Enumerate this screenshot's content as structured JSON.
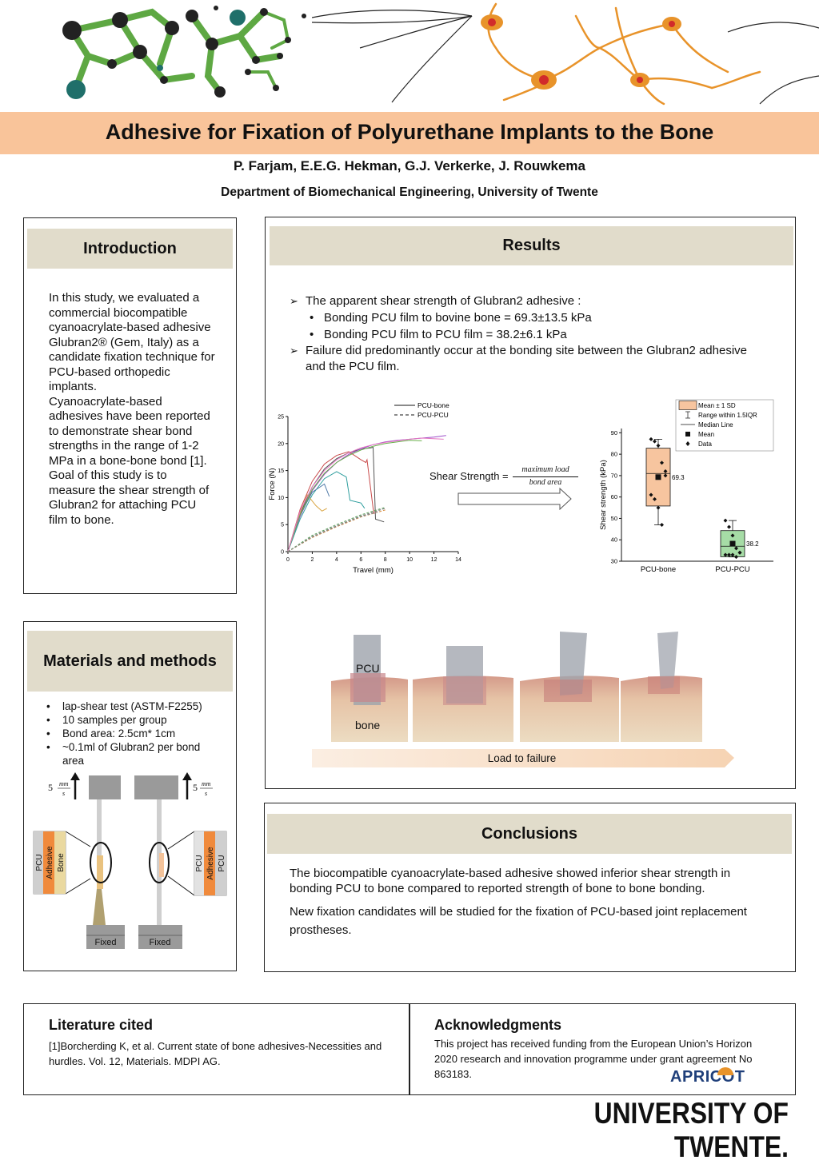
{
  "header": {
    "title": "Adhesive for Fixation of Polyurethane Implants to the Bone",
    "authors": "P. Farjam, E.E.G. Hekman, G.J. Verkerke, J. Rouwkema",
    "department": "Department of Biomechanical Engineering, University of Twente"
  },
  "introduction": {
    "heading": "Introduction",
    "p1": "In this study, we evaluated a commercial biocompatible cyanoacrylate-based adhesive Glubran2® (Gem, Italy) as a candidate fixation technique for PCU-based orthopedic implants.",
    "p2": "Cyanoacrylate-based adhesives have been reported to demonstrate shear bond strengths in the range of 1-2 MPa in a bone-bone bond [1].",
    "p3": "Goal of this study is to measure the shear strength of Glubran2 for attaching PCU film to bone."
  },
  "methods": {
    "heading": "Materials and methods",
    "items": [
      "lap-shear test (ASTM-F2255)",
      "10 samples per group",
      "Bond area: 2.5cm* 1cm",
      "~0.1ml of Glubran2 per bond area"
    ],
    "speed_value": "5",
    "speed_num": "mm",
    "speed_den": "s",
    "left_layers": [
      "PCU",
      "Adhesive",
      "Bone"
    ],
    "right_layers": [
      "PCU",
      "Adhesive",
      "PCU"
    ],
    "fixed_label": "Fixed"
  },
  "results": {
    "heading": "Results",
    "bullet1": "The apparent shear strength of Glubran2 adhesive :",
    "sub1": "Bonding PCU film to bovine bone = 69.3±13.5 kPa",
    "sub2": "Bonding PCU film to PCU film = 38.2±6.1 kPa",
    "bullet2": "Failure did predominantly occur at the bonding site between the Glubran2 adhesive and the PCU film.",
    "formula_label": "Shear Strength =",
    "formula_num": "maximum load",
    "formula_den": "bond area",
    "photo_pcu": "PCU",
    "photo_bone": "bone",
    "load_label": "Load to failure"
  },
  "chart_data": [
    {
      "type": "line",
      "xlabel": "Travel (mm)",
      "ylabel": "Force (N)",
      "xlim": [
        0,
        14
      ],
      "ylim": [
        0,
        25
      ],
      "xticks": [
        "0",
        "2",
        "4",
        "6",
        "8",
        "10",
        "12",
        "14"
      ],
      "yticks": [
        "0",
        "5",
        "10",
        "15",
        "20",
        "25"
      ],
      "legend": [
        "PCU-bone",
        "PCU-PCU"
      ],
      "legend_position": "top-right",
      "series": [
        {
          "name": "PCU-bone",
          "color": "#555555",
          "x": [
            0,
            1,
            2,
            3,
            4,
            5,
            6,
            6.8,
            7,
            7.2,
            7.9
          ],
          "y": [
            0,
            7,
            12,
            15.3,
            17.2,
            18.3,
            19,
            19.2,
            19.3,
            6,
            5.5
          ]
        },
        {
          "name": "PCU-bone",
          "color": "#9c4dc8",
          "x": [
            0,
            1,
            2,
            3,
            4,
            5,
            6,
            7,
            8,
            9,
            10,
            11,
            12,
            13
          ],
          "y": [
            0,
            6.5,
            11.3,
            14.3,
            16.5,
            18,
            19,
            19.8,
            20.3,
            20.6,
            20.8,
            21,
            21.2,
            21.5
          ]
        },
        {
          "name": "PCU-bone",
          "color": "#c94a4a",
          "x": [
            0,
            1,
            2,
            3,
            4,
            5,
            6,
            6.4,
            6.5,
            7,
            7.1
          ],
          "y": [
            0,
            7.8,
            13,
            16.2,
            17.8,
            18.5,
            17,
            16.5,
            17,
            8,
            7
          ]
        },
        {
          "name": "PCU-bone",
          "color": "#2f9e9e",
          "x": [
            0,
            1,
            2,
            3,
            4,
            4.8,
            5.1,
            6,
            6.3
          ],
          "y": [
            0,
            6,
            10.5,
            13.5,
            14.8,
            13.8,
            9.5,
            9,
            8
          ]
        },
        {
          "name": "PCU-bone",
          "color": "#d9a441",
          "x": [
            0,
            1,
            1.6,
            2.3,
            2.8,
            3.2
          ],
          "y": [
            0,
            7.2,
            10.5,
            8.5,
            7.5,
            8
          ]
        },
        {
          "name": "PCU-bone",
          "color": "#4e79a7",
          "x": [
            0,
            1,
            2,
            3,
            3.4
          ],
          "y": [
            0,
            6.8,
            11,
            12.5,
            10.2
          ]
        },
        {
          "name": "PCU-bone",
          "color": "#6ab04c",
          "x": [
            0,
            1,
            2,
            3,
            4,
            5,
            6,
            7,
            8,
            9,
            10,
            11
          ],
          "y": [
            0,
            6.8,
            11.5,
            14.5,
            16.5,
            17.8,
            18.8,
            19.5,
            20,
            20.3,
            20.6,
            20.5
          ]
        },
        {
          "name": "PCU-bone",
          "color": "#e377c2",
          "x": [
            0,
            1,
            2,
            3,
            4,
            5,
            6,
            7,
            8,
            9,
            10,
            11,
            12.8
          ],
          "y": [
            0,
            7.5,
            12,
            15,
            17,
            18.3,
            19.2,
            19.8,
            20.2,
            20.5,
            20.8,
            21,
            20.8
          ]
        },
        {
          "name": "PCU-PCU",
          "color": "#777777",
          "x": [
            0,
            2,
            4,
            6,
            8
          ],
          "y": [
            0,
            2.8,
            4.8,
            6.6,
            8
          ]
        },
        {
          "name": "PCU-PCU",
          "color": "#d98b3a",
          "x": [
            0,
            2,
            4,
            6,
            8
          ],
          "y": [
            0,
            2.6,
            4.6,
            6.4,
            7.7
          ]
        },
        {
          "name": "PCU-PCU",
          "color": "#5aa05a",
          "x": [
            0,
            2,
            4,
            6,
            8
          ],
          "y": [
            0,
            3,
            5,
            6.8,
            8.2
          ]
        },
        {
          "name": "PCU-PCU",
          "color": "#888888",
          "x": [
            0,
            2,
            4,
            6,
            7.5
          ],
          "y": [
            0,
            2.7,
            4.7,
            6.5,
            7.4
          ]
        }
      ]
    },
    {
      "type": "box",
      "ylabel": "Shear strength (kPa)",
      "categories": [
        "PCU-bone",
        "PCU-PCU"
      ],
      "ylim": [
        30,
        92
      ],
      "yticks": [
        "30",
        "40",
        "50",
        "60",
        "70",
        "80",
        "90"
      ],
      "legend": [
        "Mean ± 1 SD",
        "Range within 1.5IQR",
        "Median Line",
        "Mean",
        "Data"
      ],
      "legend_position": "top-right",
      "series": [
        {
          "name": "PCU-bone",
          "color": "#f7c59f",
          "mean": 69.3,
          "mean_label": "69.3",
          "sd_low": 55.8,
          "sd_high": 82.8,
          "median": 71,
          "whisker_low": 47,
          "whisker_high": 87,
          "data": [
            87,
            86,
            84,
            76,
            72,
            61,
            59,
            55,
            47,
            70
          ]
        },
        {
          "name": "PCU-PCU",
          "color": "#a6dca6",
          "mean": 38.2,
          "mean_label": "38.2",
          "sd_low": 32.1,
          "sd_high": 44.3,
          "median": 37,
          "whisker_low": 32,
          "whisker_high": 49,
          "data": [
            49,
            46,
            42,
            36,
            34,
            33,
            33,
            33,
            32,
            34
          ]
        }
      ]
    }
  ],
  "conclusions": {
    "heading": "Conclusions",
    "p1": "The biocompatible cyanoacrylate-based adhesive showed inferior shear strength in bonding PCU to bone compared to reported strength of bone to bone bonding.",
    "p2": "New fixation candidates will be studied for the fixation of PCU-based joint replacement prostheses."
  },
  "literature": {
    "heading": "Literature cited",
    "text": "[1]Borcherding K, et al. Current state of bone adhesives-Necessities and hurdles. Vol. 12, Materials. MDPI AG."
  },
  "acknowledgments": {
    "heading": "Acknowledgments",
    "text": "This project has received funding from the European Union’s Horizon 2020 research and innovation programme under grant agreement No 863183.",
    "logo": "APRICOT"
  },
  "footer": {
    "university": "UNIVERSITY OF TWENTE."
  },
  "colors": {
    "title_band": "#f9c49a",
    "section_header": "#e1dccb",
    "molecule_green": "#5ea843",
    "neuron_orange": "#e8932a"
  }
}
